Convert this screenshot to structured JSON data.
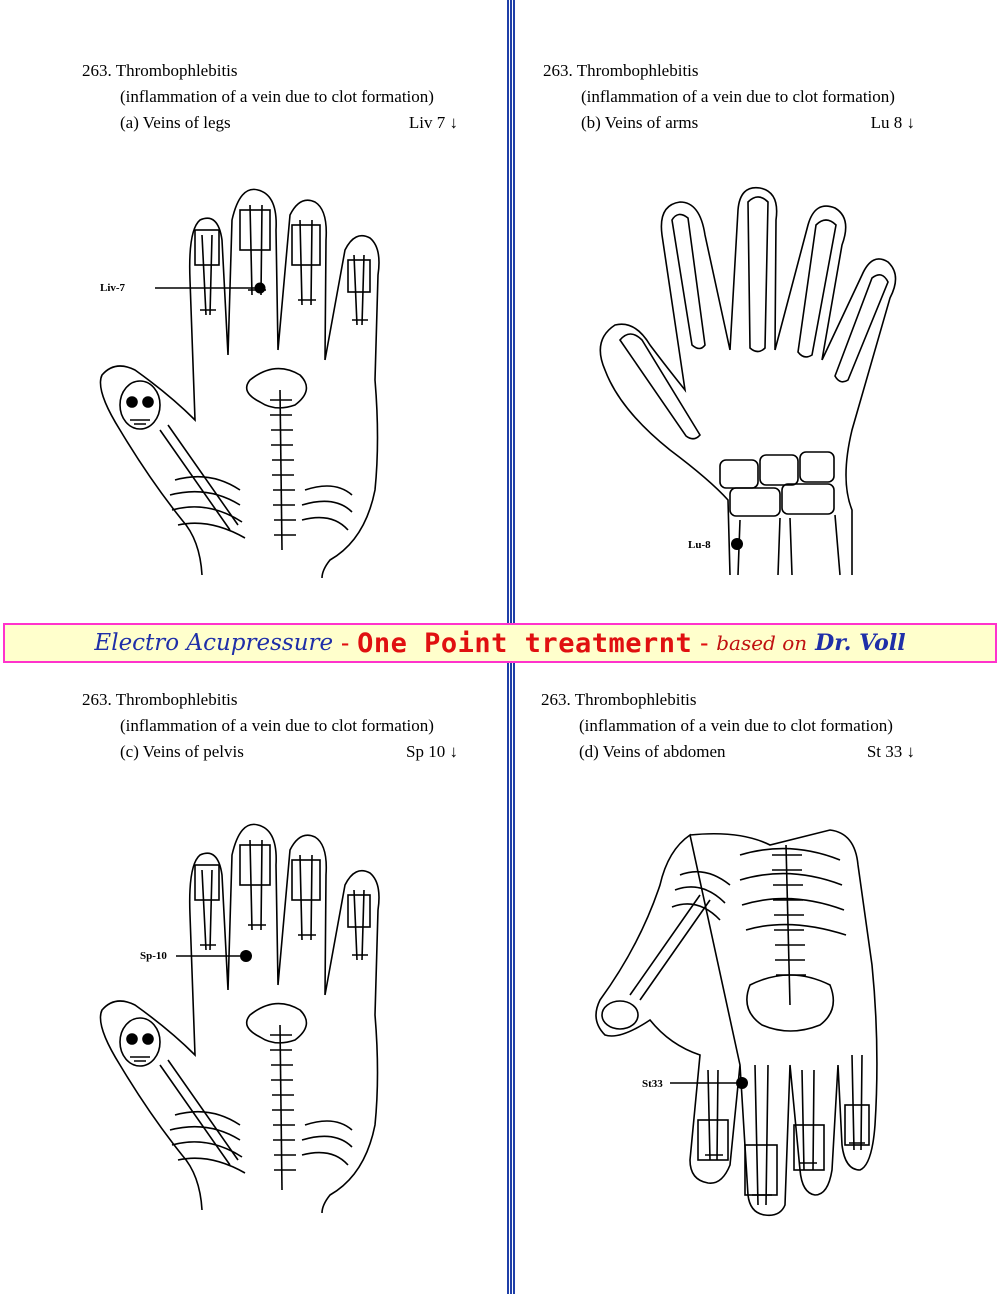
{
  "banner": {
    "prefix": "Electro Acupressure",
    "dash1": "-",
    "title": "One Point treatmernt",
    "dash2": "-",
    "based": "based on",
    "author": "Dr. Voll"
  },
  "panels": [
    {
      "number": "263. Thrombophlebitis",
      "description": "(inflammation of a vein due to clot formation)",
      "subtype": "(a) Veins of legs",
      "point": "Liv 7 ↓",
      "label": "Liv-7"
    },
    {
      "number": "263. Thrombophlebitis",
      "description": "(inflammation of a vein due to clot formation)",
      "subtype": "(b) Veins of arms",
      "point": "Lu 8 ↓",
      "label": "Lu-8"
    },
    {
      "number": "263. Thrombophlebitis",
      "description": "(inflammation of a vein due to clot formation)",
      "subtype": "(c) Veins of pelvis",
      "point": "Sp 10 ↓",
      "label": "Sp-10"
    },
    {
      "number": "263. Thrombophlebitis",
      "description": "(inflammation of a vein due to clot formation)",
      "subtype": "(d) Veins of abdomen",
      "point": "St 33 ↓",
      "label": "St33"
    }
  ]
}
